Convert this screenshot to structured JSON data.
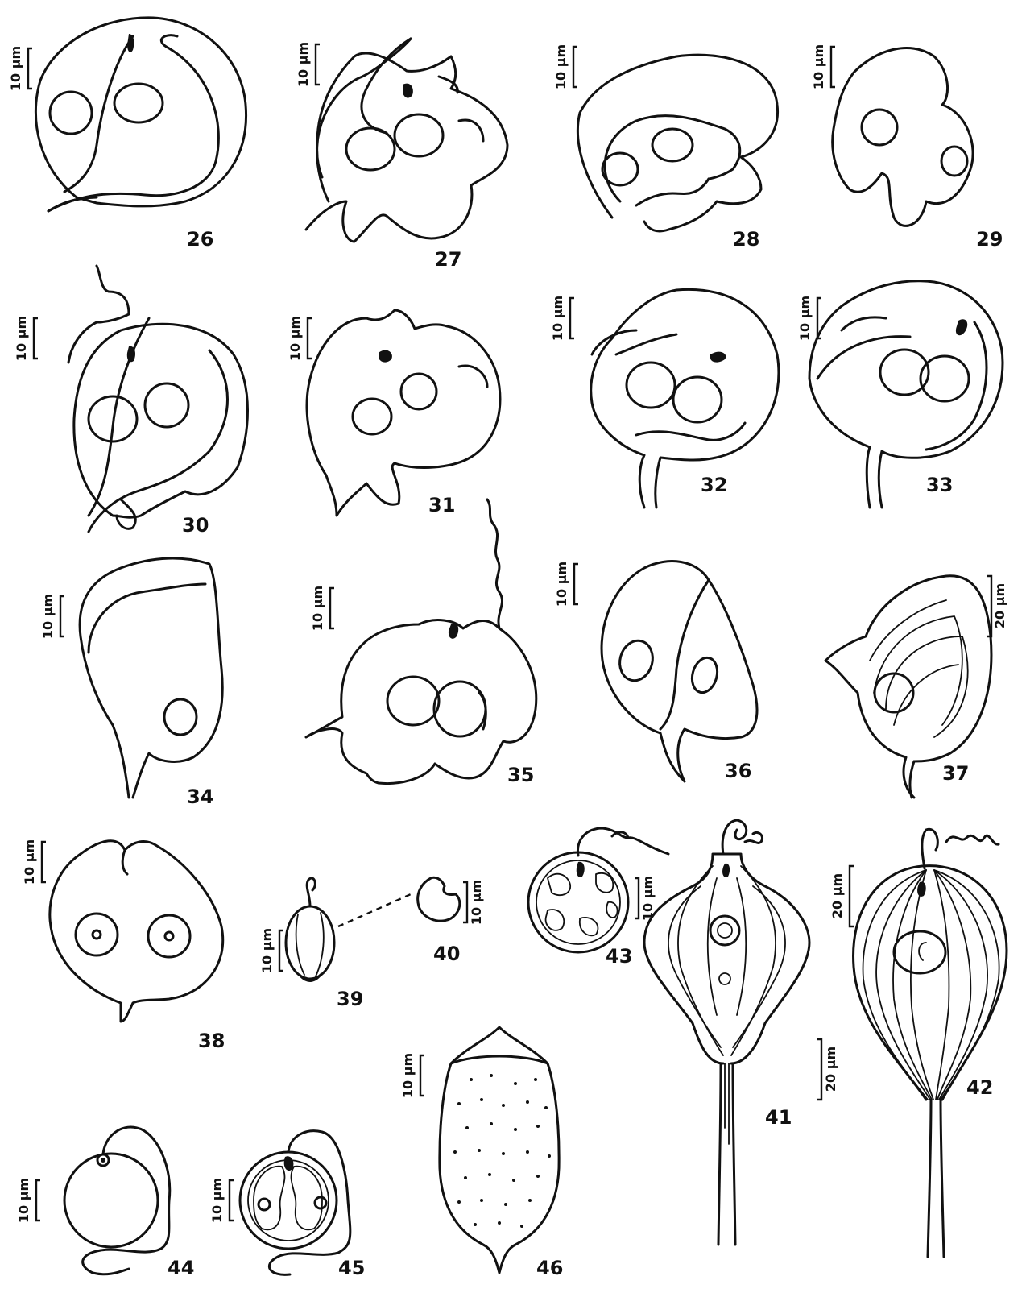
{
  "figures": [
    {
      "number": "26",
      "scale": "10 µm"
    },
    {
      "number": "27",
      "scale": "10 µm"
    },
    {
      "number": "28",
      "scale": "10 µm"
    },
    {
      "number": "29",
      "scale": "10 µm"
    },
    {
      "number": "30",
      "scale": "10 µm"
    },
    {
      "number": "31",
      "scale": "10 µm"
    },
    {
      "number": "32",
      "scale": "10 µm"
    },
    {
      "number": "33",
      "scale": "10 µm"
    },
    {
      "number": "34",
      "scale": "10 µm"
    },
    {
      "number": "35",
      "scale": "10 µm"
    },
    {
      "number": "36",
      "scale": "10 µm"
    },
    {
      "number": "37",
      "scale": "20 µm"
    },
    {
      "number": "38",
      "scale": "10 µm"
    },
    {
      "number": "39",
      "scale": "10 µm"
    },
    {
      "number": "40",
      "scale": "10 µm"
    },
    {
      "number": "41",
      "scale": "20 µm"
    },
    {
      "number": "42",
      "scale": "20 µm"
    },
    {
      "number": "43",
      "scale": "10 µm"
    },
    {
      "number": "44",
      "scale": "10 µm"
    },
    {
      "number": "45",
      "scale": "10 µm"
    },
    {
      "number": "46",
      "scale": "10 µm"
    }
  ]
}
